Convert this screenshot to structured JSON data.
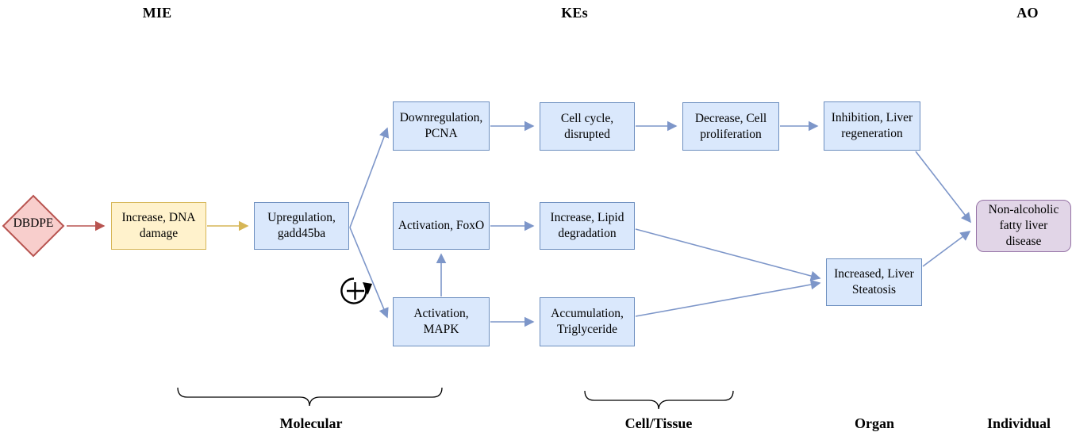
{
  "stage_headers": {
    "mie": "MIE",
    "kes": "KEs",
    "ao": "AO"
  },
  "nodes": {
    "dbdpe": {
      "label": "DBDPE",
      "role": "stressor"
    },
    "dna_damage": {
      "label": "Increase, DNA\ndamage",
      "role": "molecular-initiating-event"
    },
    "gadd45ba": {
      "label": "Upregulation,\ngadd45ba",
      "role": "key-event"
    },
    "pcna": {
      "label": "Downregulation,\nPCNA",
      "role": "key-event"
    },
    "cell_cycle": {
      "label": "Cell cycle,\ndisrupted",
      "role": "key-event"
    },
    "cell_proliferation": {
      "label": "Decrease, Cell\nproliferation",
      "role": "key-event"
    },
    "liver_regeneration": {
      "label": "Inhibition, Liver\nregeneration",
      "role": "key-event"
    },
    "foxo": {
      "label": "Activation, FoxO",
      "role": "key-event"
    },
    "lipid_degradation": {
      "label": "Increase, Lipid\ndegradation",
      "role": "key-event"
    },
    "mapk": {
      "label": "Activation,\nMAPK",
      "role": "key-event"
    },
    "triglyceride": {
      "label": "Accumulation,\nTriglyceride",
      "role": "key-event"
    },
    "liver_steatosis": {
      "label": "Increased, Liver\nSteatosis",
      "role": "key-event"
    },
    "nafld": {
      "label": "Non-alcoholic\nfatty liver\ndisease",
      "role": "adverse-outcome"
    }
  },
  "level_labels": {
    "molecular": "Molecular",
    "cell_tissue": "Cell/Tissue",
    "organ": "Organ",
    "individual": "Individual"
  },
  "icons": {
    "positive_feedback": "clockwise-loop-with-plus"
  },
  "edges": [
    {
      "from": "DBDPE",
      "to": "Increase, DNA damage"
    },
    {
      "from": "Increase, DNA damage",
      "to": "Upregulation, gadd45ba"
    },
    {
      "from": "Upregulation, gadd45ba",
      "to": "Downregulation, PCNA"
    },
    {
      "from": "Upregulation, gadd45ba",
      "to": "Activation, MAPK"
    },
    {
      "from": "Downregulation, PCNA",
      "to": "Cell cycle, disrupted"
    },
    {
      "from": "Cell cycle, disrupted",
      "to": "Decrease, Cell proliferation"
    },
    {
      "from": "Decrease, Cell proliferation",
      "to": "Inhibition, Liver regeneration"
    },
    {
      "from": "Inhibition, Liver regeneration",
      "to": "Non-alcoholic fatty liver disease"
    },
    {
      "from": "Activation, MAPK",
      "to": "Activation, FoxO"
    },
    {
      "from": "Activation, FoxO",
      "to": "Increase, Lipid degradation"
    },
    {
      "from": "Activation, MAPK",
      "to": "Accumulation, Triglyceride"
    },
    {
      "from": "Increase, Lipid degradation",
      "to": "Increased, Liver Steatosis"
    },
    {
      "from": "Accumulation, Triglyceride",
      "to": "Increased, Liver Steatosis"
    },
    {
      "from": "Increased, Liver Steatosis",
      "to": "Non-alcoholic fatty liver disease"
    }
  ],
  "colors": {
    "ke_fill": "#dae8fc",
    "ke_border": "#6c8ebf",
    "stressor_fill": "#f8cecc",
    "stressor_border": "#b85450",
    "mie_fill": "#fff2cc",
    "mie_border": "#d6b656",
    "ao_fill": "#e1d5e7",
    "ao_border": "#9673a6",
    "connector_blue": "#7d96c9",
    "connector_red": "#b85450",
    "connector_gold": "#d6b656",
    "text": "#000000"
  }
}
